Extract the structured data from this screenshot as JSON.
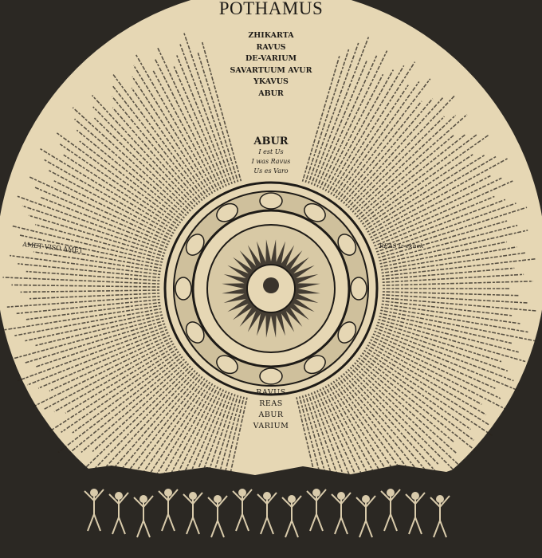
{
  "title": "POTHAMUS",
  "tracklist": [
    "ZHIKARTA",
    "RAVUS",
    "DE-VARIUM",
    "SAVARTUUM AVUR",
    "YKAVUS",
    "ABUR"
  ],
  "center_block": {
    "heading": "ABUR",
    "lines": [
      "I est Us",
      "I was Ravus",
      "Us es Varo"
    ]
  },
  "bottom_block": [
    "RAVUS",
    "REAS",
    "ABUR",
    "VARIUM"
  ],
  "side_labels": {
    "left": "AMET VISO AMET",
    "right": "REAS iz ekhek"
  },
  "colors": {
    "background": "#2b2823",
    "paper": "#e6d7b4",
    "ink": "#1e1b17"
  }
}
